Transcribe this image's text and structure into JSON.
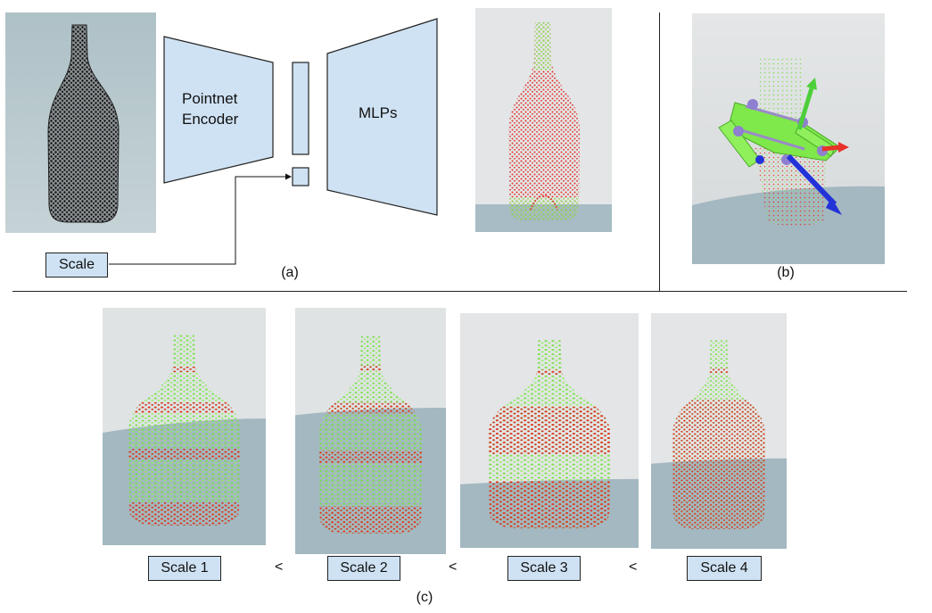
{
  "figure": {
    "panel_a": {
      "encoder_label": "Pointnet\nEncoder",
      "mlp_label": "MLPs",
      "scale_input_label": "Scale",
      "caption": "(a)"
    },
    "panel_b": {
      "caption": "(b)"
    },
    "panel_c": {
      "scale_labels": [
        "Scale 1",
        "Scale 2",
        "Scale 3",
        "Scale 4"
      ],
      "separators": [
        "<",
        "<",
        "<"
      ],
      "caption": "(c)"
    }
  },
  "colors": {
    "box_fill": "#cfe2f3",
    "box_stroke": "#222222",
    "points_red": "#e8322a",
    "points_green": "#7fe84a",
    "points_black": "#111111",
    "background_wall": "#dde1e3",
    "floor": "#a7bcc4"
  }
}
